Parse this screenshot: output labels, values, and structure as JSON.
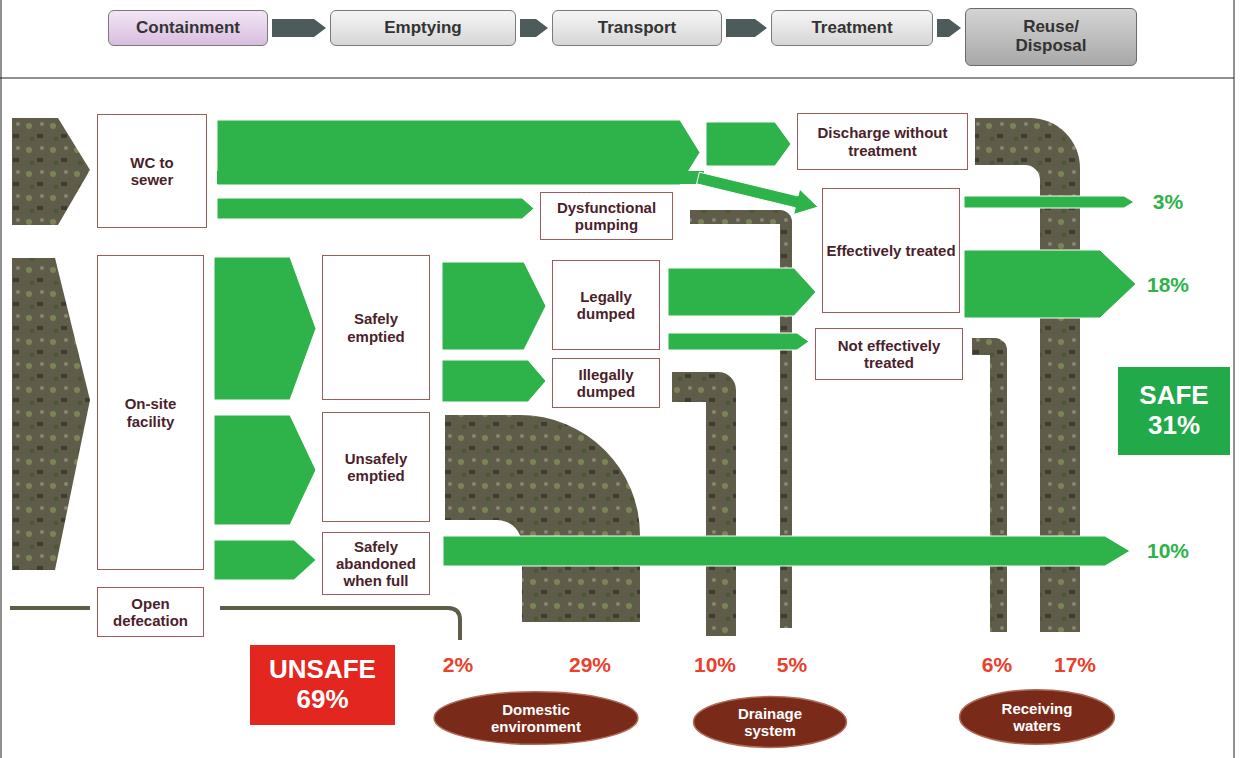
{
  "diagram": {
    "nodes": [
      {
        "text": [
          "Containment"
        ]
      },
      {
        "text": [
          "Emptying"
        ]
      },
      {
        "text": [
          "Transport"
        ]
      },
      {
        "text": [
          "Treatment"
        ]
      },
      {
        "text": [
          "Reuse/ Disposal"
        ]
      },
      {
        "text": [
          "WC to sewer"
        ]
      },
      {
        "text": [
          "Discharge without treatment"
        ]
      },
      {
        "text": [
          "Dysfunctional pumping"
        ]
      },
      {
        "text": [
          "Effectively treated"
        ]
      },
      {
        "text": [
          "On-site facility"
        ]
      },
      {
        "text": [
          "Safely emptied"
        ]
      },
      {
        "text": [
          "Legally dumped"
        ]
      },
      {
        "text": [
          "Illegally dumped"
        ]
      },
      {
        "text": [
          "Not effectively treated"
        ]
      },
      {
        "text": [
          "Unsafely emptied"
        ]
      },
      {
        "text": [
          "Safely abandoned when full"
        ]
      },
      {
        "text": [
          "Open defecation"
        ]
      },
      {
        "text": [
          "SAFE 31%"
        ]
      },
      {
        "text": [
          "UNSAFE 69%"
        ]
      },
      {
        "text": [
          "Domestic environment"
        ]
      },
      {
        "text": [
          "Drainage system"
        ]
      },
      {
        "text": [
          "Receiving waters"
        ]
      }
    ],
    "edges": [
      {
        "from": 0,
        "to": 1,
        "arrow": "to"
      },
      {
        "from": 1,
        "to": 2,
        "arrow": "to"
      },
      {
        "from": 2,
        "to": 3,
        "arrow": "to"
      },
      {
        "from": 3,
        "to": 4,
        "arrow": "to"
      },
      {
        "from": 5,
        "to": 6,
        "arrow": "to"
      },
      {
        "from": 5,
        "to": 8,
        "arrow": "to"
      },
      {
        "from": 5,
        "to": 7,
        "arrow": "to"
      },
      {
        "from": 9,
        "to": 10,
        "arrow": "to"
      },
      {
        "from": 9,
        "to": 14,
        "arrow": "to"
      },
      {
        "from": 9,
        "to": 15,
        "arrow": "to"
      },
      {
        "from": 10,
        "to": 11,
        "arrow": "to"
      },
      {
        "from": 10,
        "to": 12,
        "arrow": "to"
      },
      {
        "from": 11,
        "to": 8,
        "arrow": "to"
      },
      {
        "from": 11,
        "to": 13,
        "arrow": "to"
      }
    ],
    "labels": [
      "3%",
      "18%",
      "10%",
      "2%",
      "29%",
      "10%",
      "5%",
      "6%",
      "17%"
    ]
  }
}
